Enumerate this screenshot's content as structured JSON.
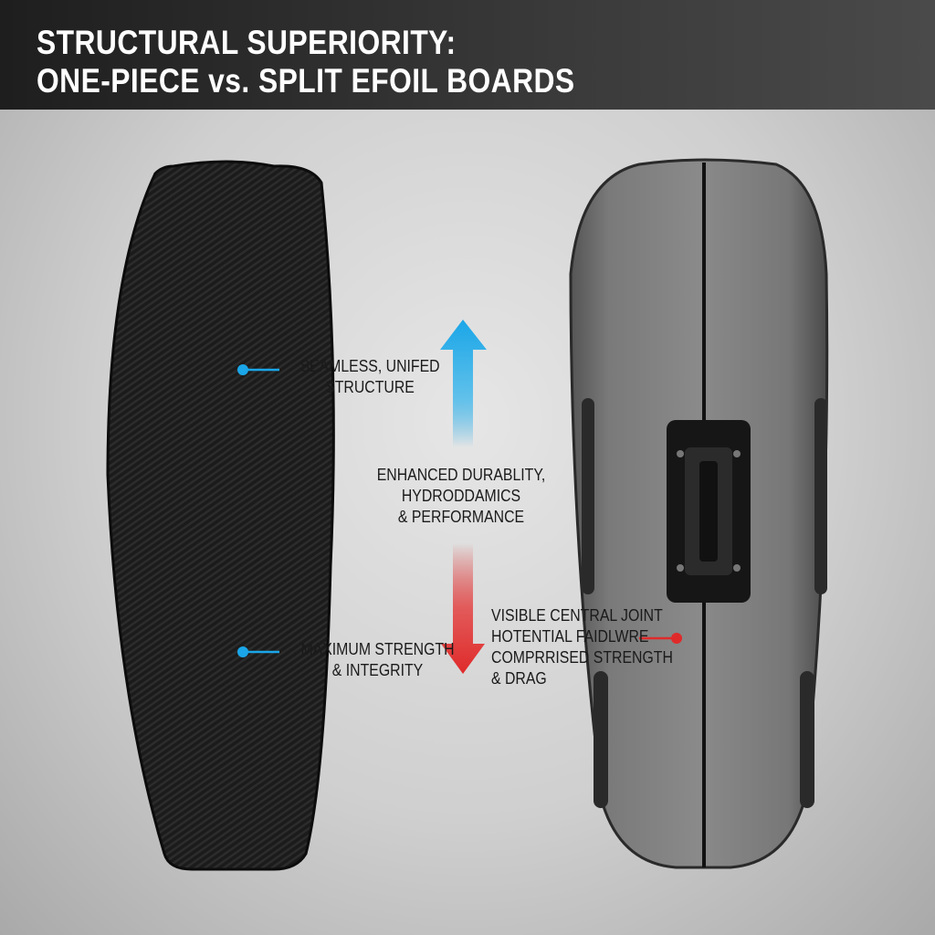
{
  "header": {
    "title_line1": "STRUCTURAL SUPERIORITY:",
    "title_line2": "ONE-PIECE vs. SPLIT EFOIL BOARDS"
  },
  "left_labels": [
    {
      "line1": "SEAMLESS, UNIFED",
      "line2": "STRUCTURE"
    },
    {
      "line1": "MAXIMUM STRENGTH",
      "line2": "& INTEGRITY"
    }
  ],
  "center": {
    "line1": "ENHANCED DURABLITY,",
    "line2": "HYDRODDAMICS",
    "line3": "& PERFORMANCE"
  },
  "right_label": {
    "line1": "VISIBLE CENTRAL JOINT",
    "line2": "HOTENTIAL FAIDLWRE",
    "line3": "COMPRRISED STRENGTH",
    "line4": "& DRAG"
  },
  "colors": {
    "accent_blue": "#1aa6e8",
    "accent_red": "#e02a2a"
  }
}
